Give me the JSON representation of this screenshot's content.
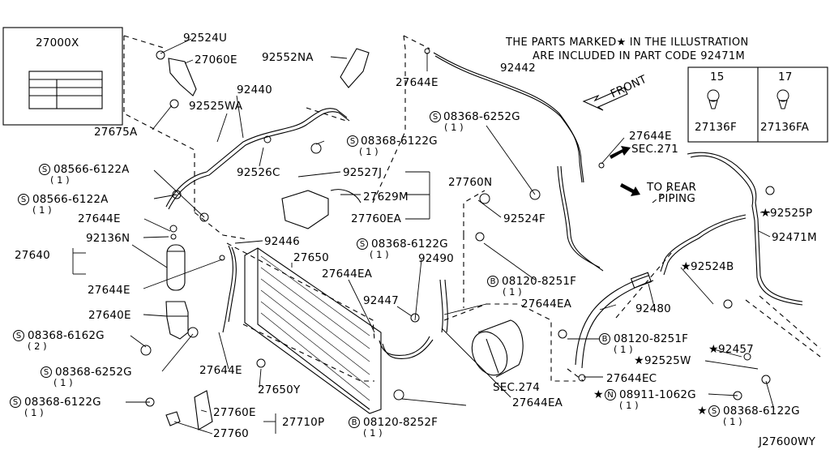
{
  "legend": {
    "line1": "THE PARTS MARKED",
    "star": "★",
    "line1b": "IN THE ILLUSTRATION",
    "line2": "ARE INCLUDED IN PART CODE 92471M",
    "col1_size": "15",
    "col2_size": "17",
    "col1_part": "27136F",
    "col2_part": "27136FA"
  },
  "label_box": {
    "part": "27000X"
  },
  "front": "FRONT",
  "sec271": "SEC.271",
  "rear_piping": {
    "line1": "TO REAR",
    "line2": "PIPING"
  },
  "sec274": "SEC.274",
  "diagram_id": "J27600WY",
  "circle_s": "S",
  "circle_b": "B",
  "circle_n": "N",
  "parts": {
    "p92524U": "92524U",
    "p27060E": "27060E",
    "p92552NA": "92552NA",
    "p27644E_top": "27644E",
    "p92442": "92442",
    "p92440": "92440",
    "p92525WA": "92525WA",
    "p27675A": "27675A",
    "s08368_6122G_a": "08368-6122G",
    "s08368_6122G_a_q": "( 1 )",
    "s08368_6252G_top": "08368-6252G",
    "s08368_6252G_top_q": "( 1 )",
    "p27644E_r": "27644E",
    "sec271_lbl": "SEC.271",
    "s08566_6122A_1": "08566-6122A",
    "s08566_6122A_1_q": "( 1 )",
    "p92526C": "92526C",
    "p92527J": "92527J",
    "p27760N": "27760N",
    "p27629M": "27629M",
    "s08566_6122A_2": "08566-6122A",
    "s08566_6122A_2_q": "( 1 )",
    "p27760EA": "27760EA",
    "p92525P": "92525P",
    "p27644E_l": "27644E",
    "p92524F": "92524F",
    "p92136N": "92136N",
    "p92471M": "92471M",
    "s08368_6122G_b": "08368-6122G",
    "s08368_6122G_b_q": "( 1 )",
    "p27640": "27640",
    "p92446": "92446",
    "p27650": "27650",
    "p92490": "92490",
    "p92524B": "92524B",
    "p27644E_m": "27644E",
    "p27644EA_a": "27644EA",
    "b08120_8251F_a": "08120-8251F",
    "b08120_8251F_a_q": "( 1 )",
    "p27640E": "27640E",
    "p92447": "92447",
    "p27644EA_b": "27644EA",
    "p92480": "92480",
    "s08368_6162G": "08368-6162G",
    "s08368_6162G_q": "( 2 )",
    "b08120_8251F_b": "08120-8251F",
    "b08120_8251F_b_q": "( 1 )",
    "p92457": "92457",
    "p92525W": "92525W",
    "p27644E_b": "27644E",
    "s08368_6252G_b": "08368-6252G",
    "s08368_6252G_b_q": "( 1 )",
    "p27650Y": "27650Y",
    "p27644EC": "27644EC",
    "p27644EA_c": "27644EA",
    "n08911_1062G": "08911-1062G",
    "n08911_1062G_q": "( 1 )",
    "s08368_6122G_c": "08368-6122G",
    "s08368_6122G_c_q": "( 1 )",
    "s08368_6122G_d": "08368-6122G",
    "s08368_6122G_d_q": "( 1 )",
    "p27760E": "27760E",
    "p27710P": "27710P",
    "p27760": "27760",
    "b08120_8252F": "08120-8252F",
    "b08120_8252F_q": "( 1 )"
  }
}
